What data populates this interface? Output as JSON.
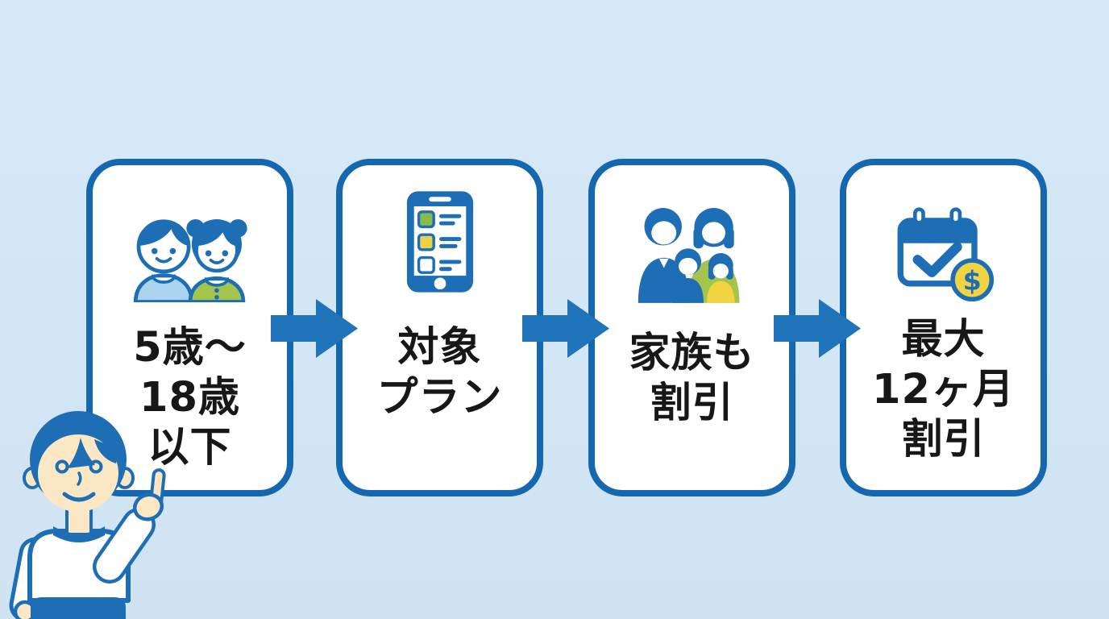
{
  "page": {
    "description": "Four-step discount infographic with pointing boy mascot",
    "background_color": "#cfe3f3"
  },
  "colors": {
    "card_border": "#1568b0",
    "card_fill": "#ffffff",
    "arrow": "#1f74ba",
    "text": "#171717",
    "icon_blue": "#1d6eb4",
    "light_blue_shirt": "#aad4ee",
    "green": "#a3c54d",
    "yellow": "#f2d442",
    "skin": "#fbe7c3"
  },
  "steps": [
    {
      "name": "age-eligibility",
      "icon": "boy-and-girl-children-icon",
      "lines": [
        "5歳〜",
        "18歳",
        "以下"
      ]
    },
    {
      "name": "eligible-plan",
      "icon": "smartphone-checklist-icon",
      "lines": [
        "対象",
        "プラン"
      ]
    },
    {
      "name": "family-discount",
      "icon": "family-of-four-icon",
      "lines": [
        "家族も",
        "割引"
      ]
    },
    {
      "name": "max-duration-discount",
      "icon": "calendar-dollar-icon",
      "lines": [
        "最大",
        "12ヶ月",
        "割引"
      ]
    }
  ],
  "icons": {
    "arrow": "arrow-right-icon",
    "coin_symbol": "$",
    "mascot": "pointing-boy-mascot"
  }
}
